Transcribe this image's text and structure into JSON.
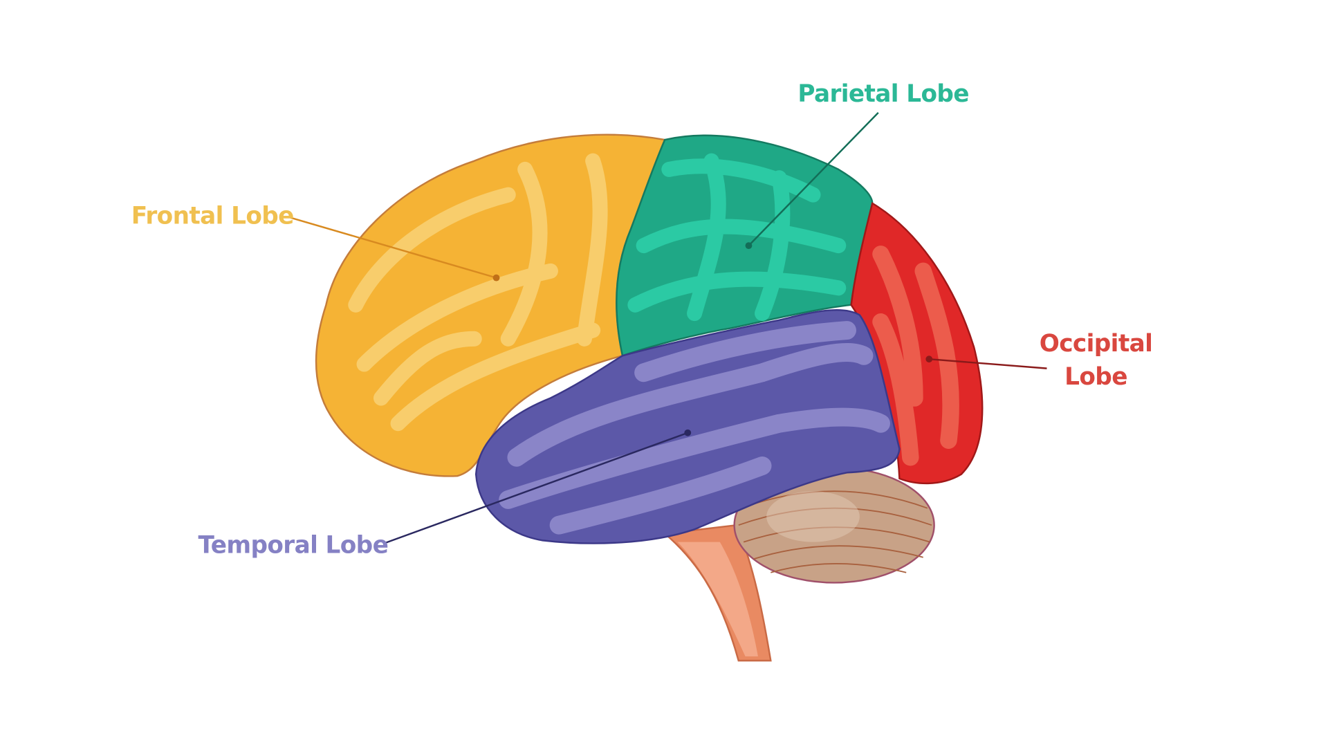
{
  "title": "Brain lobes diagram",
  "labels": {
    "frontal": "Frontal Lobe",
    "parietal": "Parietal Lobe",
    "occipital_line1": "Occipital",
    "occipital_line2": "Lobe",
    "temporal": "Temporal Lobe"
  },
  "colors": {
    "frontal": "#f0c050",
    "parietal": "#2bb896",
    "occipital": "#d9473f",
    "temporal": "#8581c4"
  }
}
